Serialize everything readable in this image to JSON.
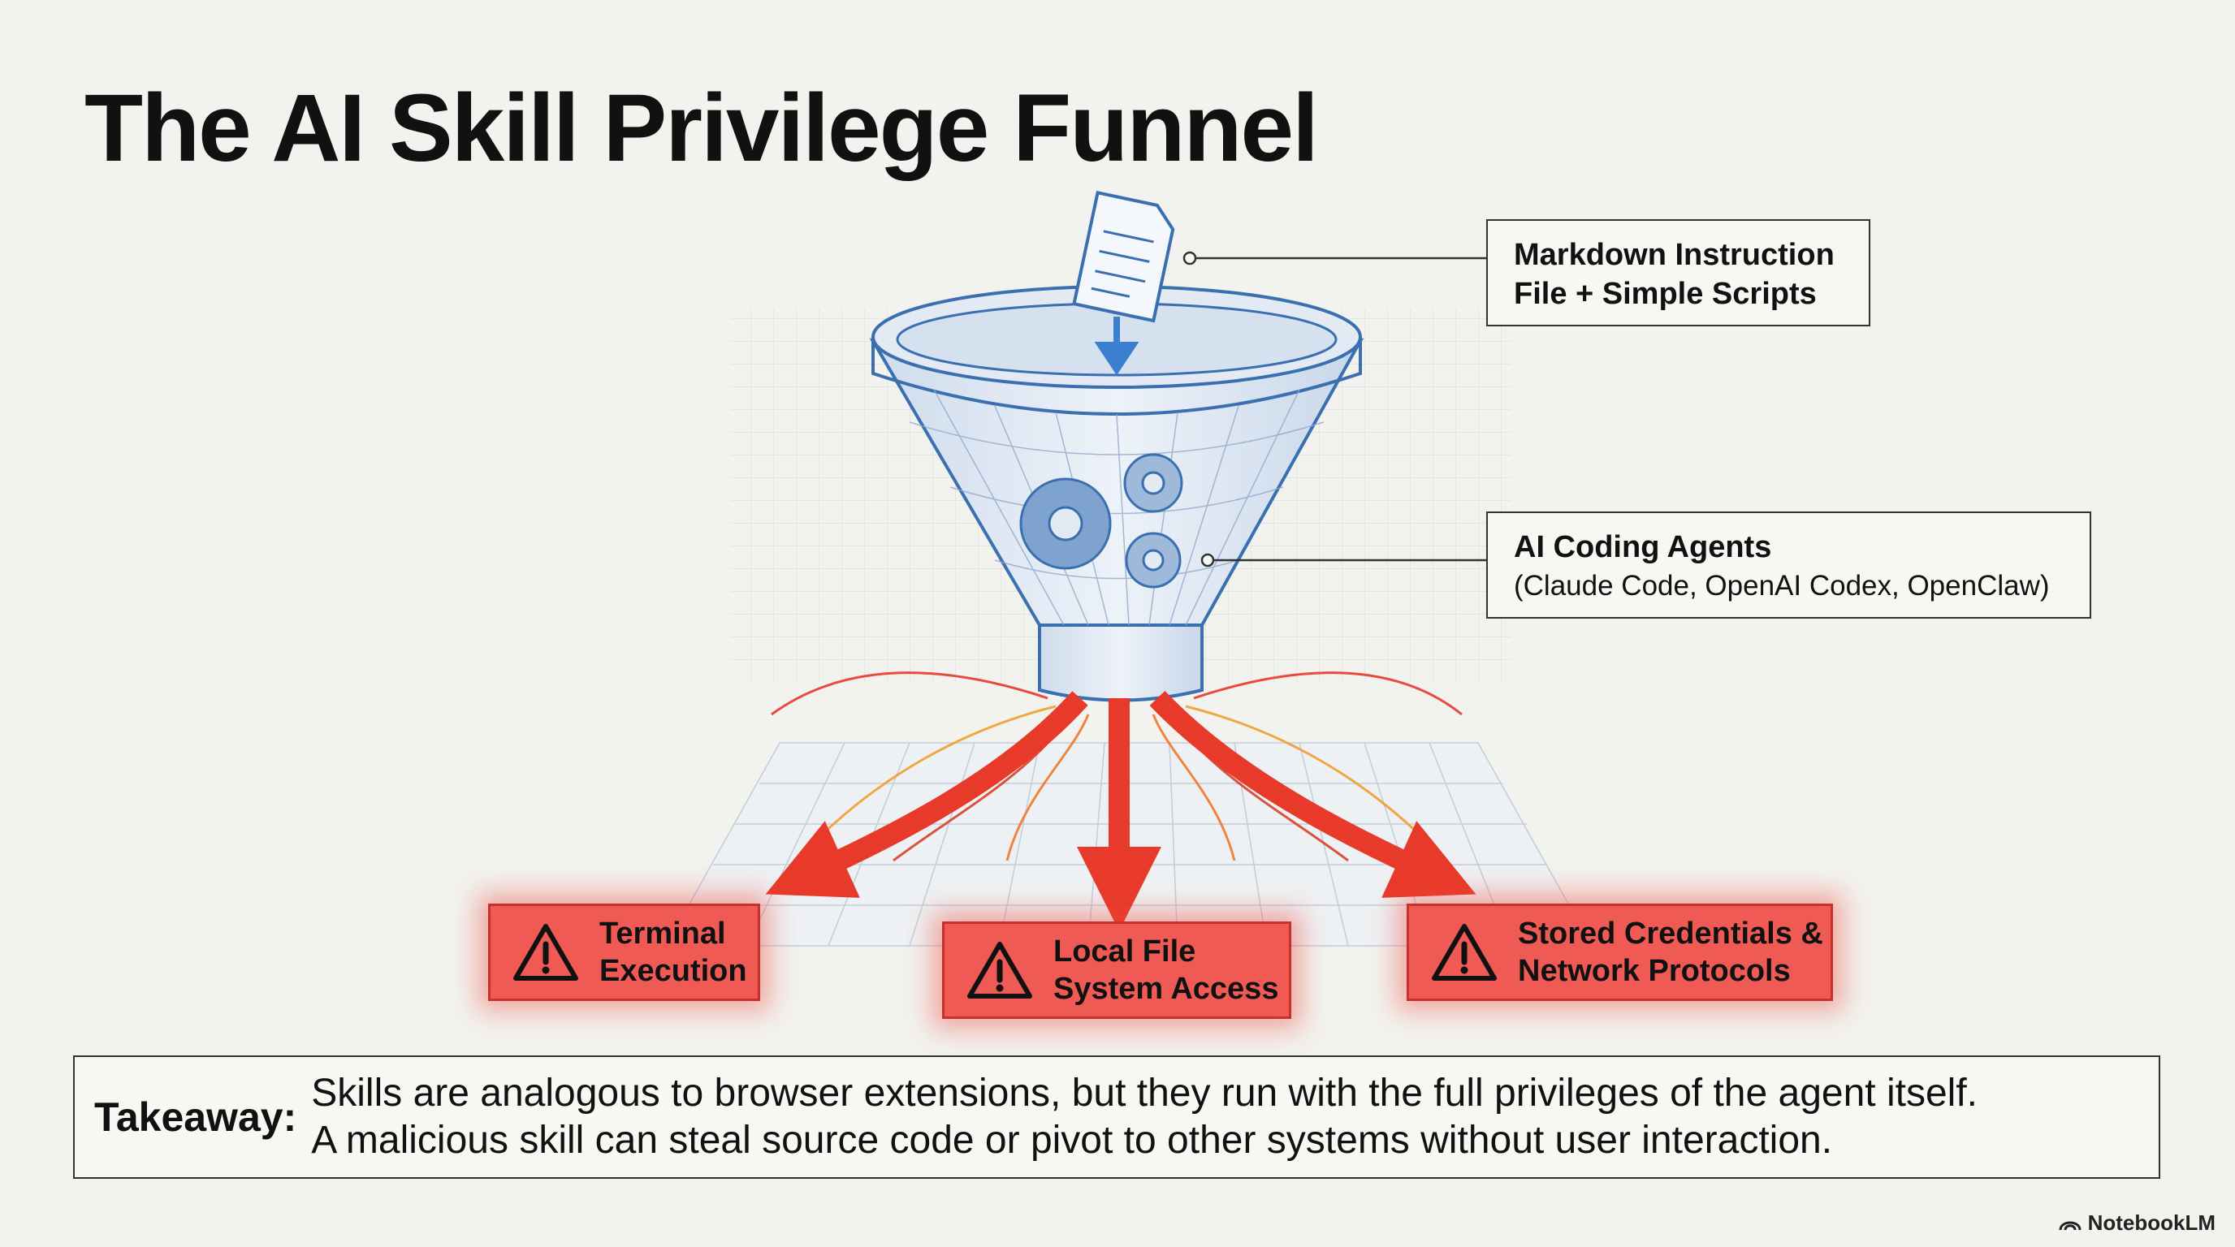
{
  "title": "The AI Skill Privilege Funnel",
  "callouts": {
    "markdown": {
      "line1": "Markdown Instruction",
      "line2": "File + Simple Scripts"
    },
    "agents": {
      "line1": "AI Coding Agents",
      "line2": "(Claude Code, OpenAI Codex, OpenClaw)"
    }
  },
  "risks": [
    {
      "line1": "Terminal",
      "line2": "Execution"
    },
    {
      "line1": "Local File",
      "line2": "System Access"
    },
    {
      "line1": "Stored Credentials &",
      "line2": "Network Protocols"
    }
  ],
  "takeaway": {
    "label": "Takeaway:",
    "line1": "Skills are analogous to browser extensions, but they run with the full privileges of the agent itself.",
    "line2": "A malicious skill can steal source code or pivot to other systems without user interaction."
  },
  "brand": "NotebookLM",
  "colors": {
    "danger": "#f05a55",
    "funnel": "#3a6fb0",
    "arrow": "#e83a2a",
    "background": "#f2f2ee"
  },
  "icons": [
    "document-icon",
    "gear-icon",
    "warning-icon",
    "notebooklm-logo-icon"
  ]
}
